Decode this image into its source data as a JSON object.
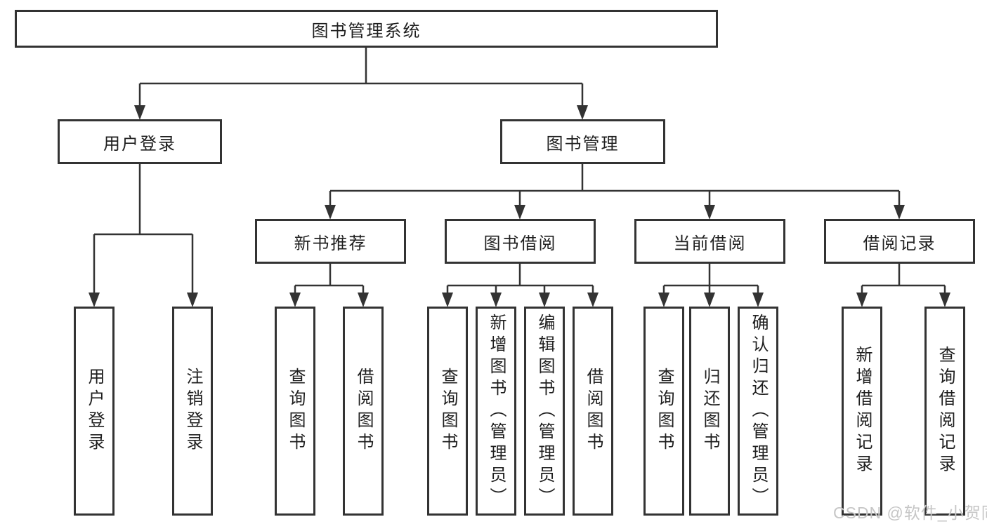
{
  "diagram": {
    "root": {
      "label": "图书管理系统"
    },
    "level2": [
      {
        "label": "用户登录"
      },
      {
        "label": "图书管理"
      }
    ],
    "level3": [
      {
        "label": "新书推荐"
      },
      {
        "label": "图书借阅"
      },
      {
        "label": "当前借阅"
      },
      {
        "label": "借阅记录"
      }
    ],
    "leaves": {
      "user_login": [
        "用户登录",
        "注销登录"
      ],
      "new_book": [
        "查询图书",
        "借阅图书"
      ],
      "book_borrow": [
        "查询图书",
        "新增图书（管理员）",
        "编辑图书（管理员）",
        "借阅图书"
      ],
      "current_borrow": [
        "查询图书",
        "归还图书",
        "确认归还（管理员）"
      ],
      "borrow_record": [
        "新增借阅记录",
        "查询借阅记录"
      ]
    }
  },
  "watermark": "CSDN @软件_小贺同学",
  "colors": {
    "line": "#333333",
    "text": "#1f1f1f",
    "background": "#ffffff",
    "watermark": "#c6c6c6"
  }
}
